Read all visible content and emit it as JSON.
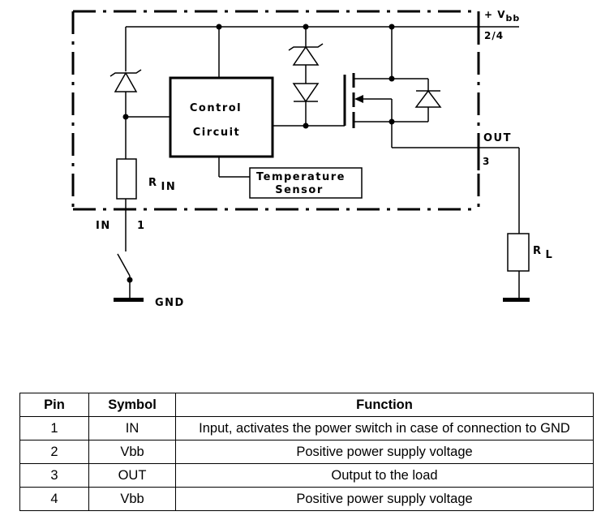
{
  "diagram": {
    "labels": {
      "vbb_plus": "+ V",
      "vbb_sub": "bb",
      "pin_vbb": "2/4",
      "out": "OUT",
      "pin_out": "3",
      "control_1": "Control",
      "control_2": "Circuit",
      "temp_1": "Temperature",
      "temp_2": "Sensor",
      "rin_r": "R",
      "rin_sub": "IN",
      "in": "IN",
      "pin_in": "1",
      "gnd": "GND",
      "rl_r": "R",
      "rl_sub": "L"
    }
  },
  "table": {
    "headers": {
      "pin": "Pin",
      "symbol": "Symbol",
      "function": "Function"
    },
    "rows": [
      {
        "pin": "1",
        "symbol": "IN",
        "function": "Input, activates the power switch in case of connection to GND"
      },
      {
        "pin": "2",
        "symbol": "Vbb",
        "function": "Positive power supply voltage"
      },
      {
        "pin": "3",
        "symbol": "OUT",
        "function": "Output to the load"
      },
      {
        "pin": "4",
        "symbol": "Vbb",
        "function": "Positive power supply voltage"
      }
    ]
  }
}
